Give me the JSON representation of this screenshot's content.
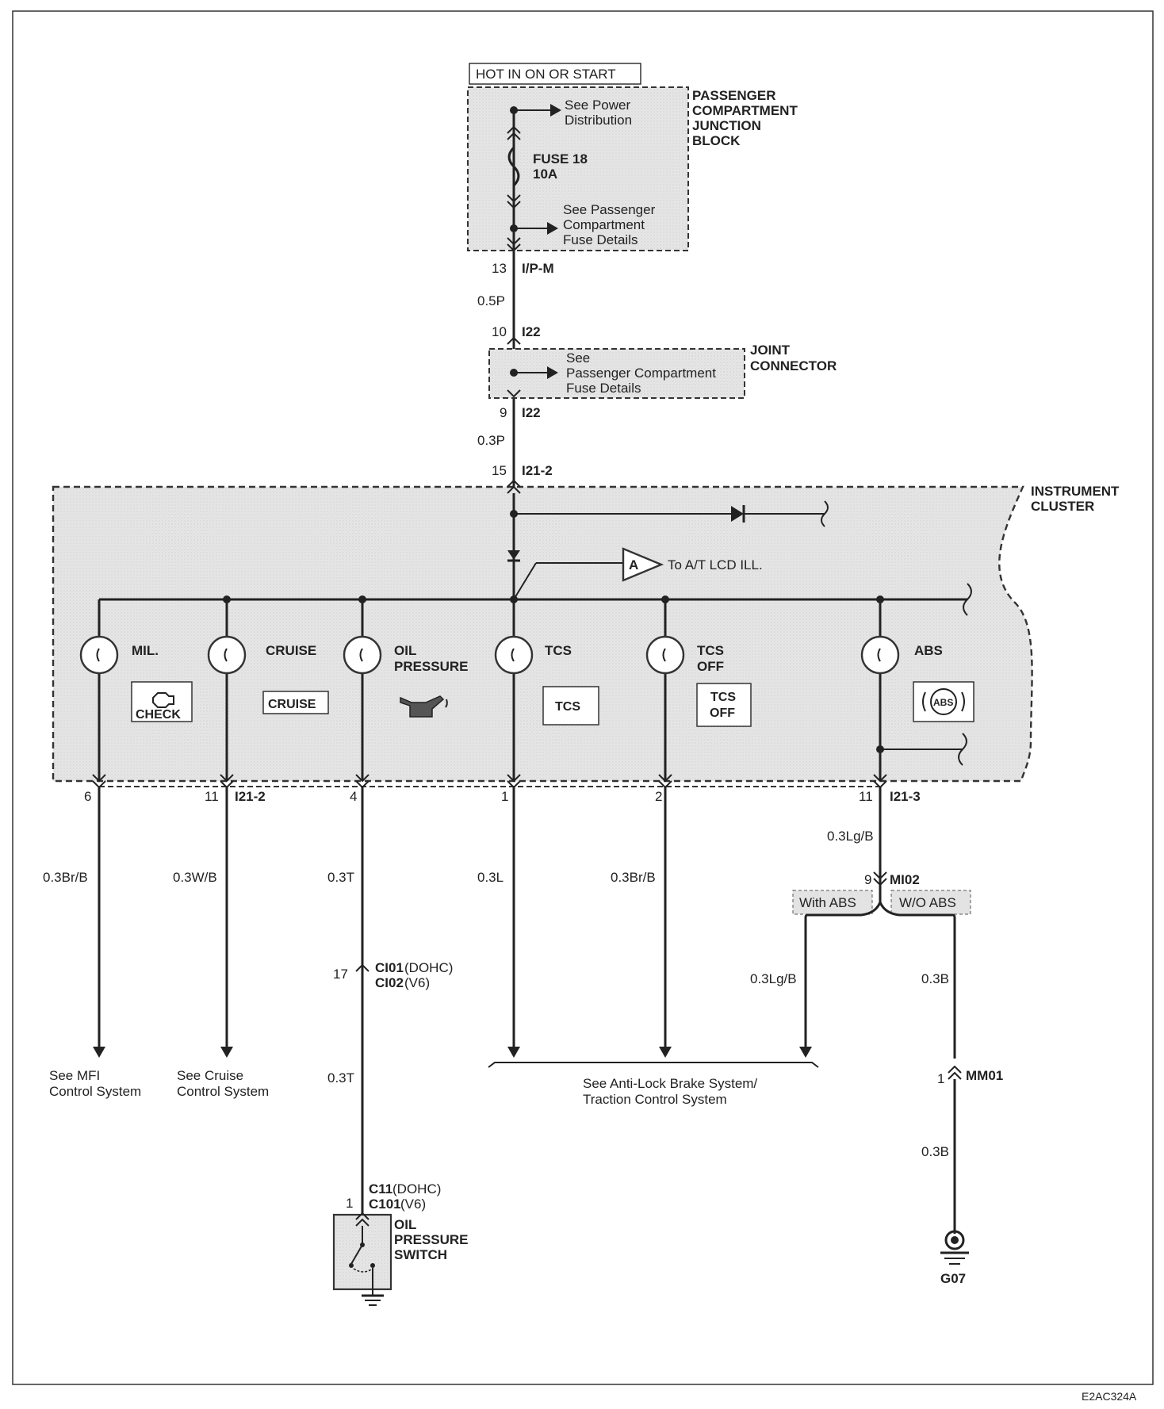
{
  "power": {
    "hot_label": "HOT IN ON OR START",
    "junction_block": [
      "PASSENGER",
      "COMPARTMENT",
      "JUNCTION",
      "BLOCK"
    ],
    "see_power": [
      "See Power",
      "Distribution"
    ],
    "fuse": [
      "FUSE 18",
      "10A"
    ],
    "see_fuse_details": [
      "See Passenger",
      "Compartment",
      "Fuse Details"
    ]
  },
  "upper_wiring": {
    "pin_13": "13",
    "conn_ipm": "I/P-M",
    "wire_05p": "0.5P",
    "pin_10": "10",
    "conn_i22_top": "I22",
    "joint_see": [
      "See",
      "Passenger Compartment",
      "Fuse Details"
    ],
    "joint_label": [
      "JOINT",
      "CONNECTOR"
    ],
    "pin_9": "9",
    "conn_i22_bottom": "I22",
    "wire_03p": "0.3P",
    "pin_15": "15",
    "conn_i21_2_top": "I21-2"
  },
  "cluster": {
    "label": [
      "INSTRUMENT",
      "CLUSTER"
    ],
    "to_at_marker": "A",
    "to_at": "To A/T LCD ILL.",
    "lamps": [
      {
        "name": "MIL.",
        "indicator": "CHECK"
      },
      {
        "name": "CRUISE",
        "indicator": "CRUISE"
      },
      {
        "name": [
          "OIL",
          "PRESSURE"
        ]
      },
      {
        "name": "TCS",
        "indicator": "TCS"
      },
      {
        "name": [
          "TCS",
          "OFF"
        ],
        "indicator": [
          "TCS",
          "OFF"
        ]
      },
      {
        "name": "ABS",
        "indicator": "ABS"
      }
    ]
  },
  "outputs": {
    "pins": [
      "6",
      "11",
      "4",
      "1",
      "2",
      "11"
    ],
    "conn_i21_2": "I21-2",
    "conn_i21_3": "I21-3",
    "wires": [
      "0.3Br/B",
      "0.3W/B",
      "0.3T",
      "0.3L",
      "0.3Br/B",
      "0.3Lg/B"
    ],
    "see_mfi": [
      "See MFI",
      "Control System"
    ],
    "see_cruise": [
      "See Cruise",
      "Control System"
    ],
    "see_abs": [
      "See Anti-Lock Brake System/",
      "Traction Control System"
    ]
  },
  "oil_circuit": {
    "pin_17": "17",
    "conn_c101_dohc": "CI01",
    "dohc_note": "(DOHC)",
    "conn_c102_v6": "CI02",
    "v6_note": "(V6)",
    "wire_lower": "0.3T",
    "pin_1": "1",
    "conn_c11": "C11",
    "c11_note": "(DOHC)",
    "conn_c101": "C101",
    "c101_note": "(V6)",
    "switch_label": [
      "OIL",
      "PRESSURE",
      "SWITCH"
    ]
  },
  "abs_circuit": {
    "pin_9": "9",
    "conn_mi02": "MI02",
    "with_abs": "With ABS",
    "wo_abs": "W/O ABS",
    "wire_with": "0.3Lg/B",
    "wire_wo": "0.3B",
    "pin_1": "1",
    "conn_mm01": "MM01",
    "wire_ground": "0.3B",
    "ground": "G07"
  },
  "figure_id": "E2AC324A"
}
